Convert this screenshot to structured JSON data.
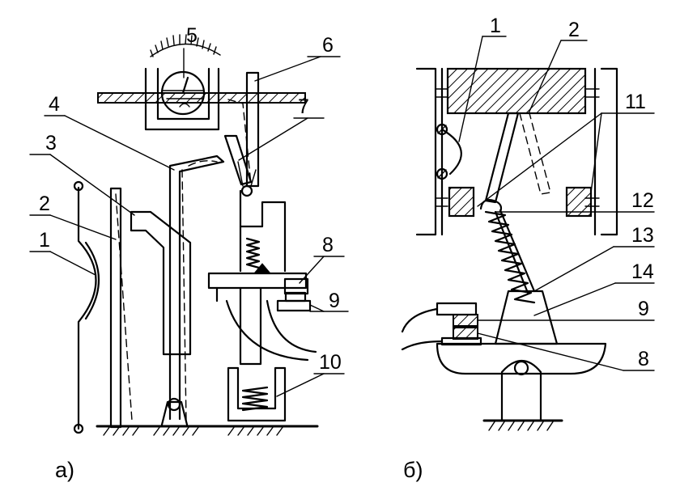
{
  "panels": {
    "a": {
      "caption": "а)",
      "labels": [
        "1",
        "2",
        "3",
        "4",
        "5",
        "6",
        "7",
        "8",
        "9",
        "10"
      ]
    },
    "b": {
      "caption": "б)",
      "labels": [
        "1",
        "2",
        "11",
        "12",
        "13",
        "14",
        "9",
        "8"
      ]
    }
  }
}
